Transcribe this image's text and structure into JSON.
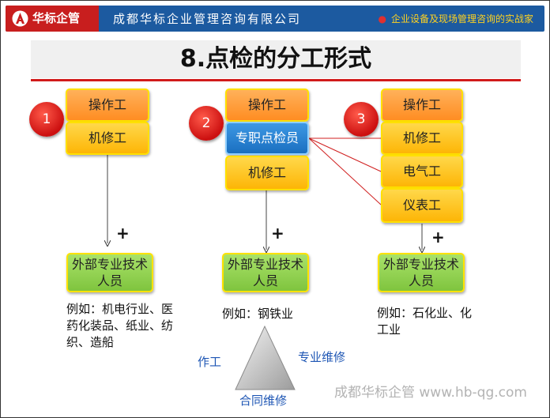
{
  "header": {
    "brand": "华标企管",
    "company": "成都华标企业管理咨询有限公司",
    "slogan": "企业设备及现场管理咨询的实战家",
    "colors": {
      "bar": "#1c5aa0",
      "logo_bg": "#c81e1e",
      "slogan": "#ffd21f"
    }
  },
  "title": "8.点检的分工形式",
  "groups": [
    {
      "number": "1",
      "roles": [
        "操作工",
        "机修工"
      ],
      "plus": "+",
      "outside": "外部专业技术人员",
      "example": "例如：机电行业、医药化装品、纸业、纺织、造船"
    },
    {
      "number": "2",
      "roles": [
        "操作工",
        "专职点检员",
        "机修工"
      ],
      "plus": "+",
      "outside": "外部专业技术人员",
      "example": "例如：钢铁业"
    },
    {
      "number": "3",
      "roles": [
        "操作工",
        "机修工",
        "电气工",
        "仪表工"
      ],
      "plus": "+",
      "outside": "外部专业技术人员",
      "example": "例如：石化业、化工业"
    }
  ],
  "triangle": {
    "left": "作工",
    "right": "专业维修",
    "bottom": "合同维修"
  },
  "watermark": "成都华标企管 www.hb-qg.com"
}
